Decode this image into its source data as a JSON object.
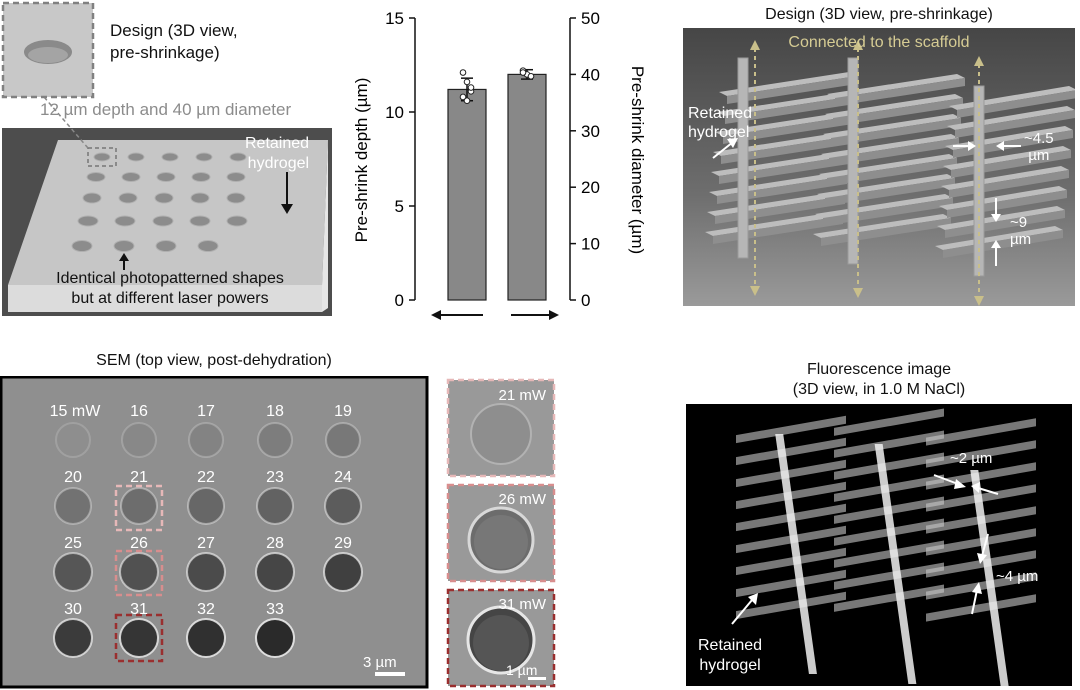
{
  "panel_a": {
    "inset_title_line1": "Design (3D view,",
    "inset_title_line2": "pre-shrinkage)",
    "dims_caption": "12 µm depth and 40 µm diameter",
    "retained_line1": "Retained",
    "retained_line2": "hydrogel",
    "identical_line1": "Identical photopatterned shapes",
    "identical_line2": "but at different laser powers"
  },
  "panel_b": {
    "colors": {
      "bar": "#888888",
      "dots": "#ffffff"
    }
  },
  "chart_data": {
    "type": "bar",
    "categories": [
      "depth",
      "diameter"
    ],
    "values": [
      11.2,
      12.0
    ],
    "diameter_value_um": 40,
    "error": [
      0.6,
      0.25
    ],
    "points": [
      [
        12.1,
        11.6,
        11.1,
        10.8,
        10.6,
        11.3
      ],
      [
        12.2,
        12.0,
        11.9,
        12.1
      ]
    ],
    "ylabel": "Pre-shrink depth (µm)",
    "y2label": "Pre-shrink diameter (µm)",
    "ylim": [
      0,
      15
    ],
    "y2lim": [
      0,
      50
    ],
    "yticks": [
      "0",
      "5",
      "10",
      "15"
    ],
    "y2ticks": [
      "0",
      "10",
      "20",
      "30",
      "40",
      "50"
    ],
    "grid": false
  },
  "panel_c": {
    "title": "Design (3D view, pre-shrinkage)",
    "connected": "Connected to the scaffold",
    "retained_line1": "Retained",
    "retained_line2": "hydrogel",
    "w_line1": "~4.5",
    "w_line2": "µm",
    "h_line1": "~9",
    "h_line2": "µm"
  },
  "panel_d": {
    "title": "SEM (top view, post-dehydration)",
    "powers": [
      [
        "15 mW",
        "16",
        "17",
        "18",
        "19"
      ],
      [
        "20",
        "21",
        "22",
        "23",
        "24"
      ],
      [
        "25",
        "26",
        "27",
        "28",
        "29"
      ],
      [
        "30",
        "31",
        "32",
        "33"
      ]
    ],
    "scale": "3 µm"
  },
  "panel_e": {
    "zoom_labels": [
      "21 mW",
      "26 mW",
      "31 mW"
    ],
    "scale": "1 µm"
  },
  "panel_f": {
    "title_line1": "Fluorescence image",
    "title_line2": "(3D view, in 1.0 M NaCl)",
    "w_label": "~2 µm",
    "h_label": "~4 µm",
    "retained_line1": "Retained",
    "retained_line2": "hydrogel"
  }
}
